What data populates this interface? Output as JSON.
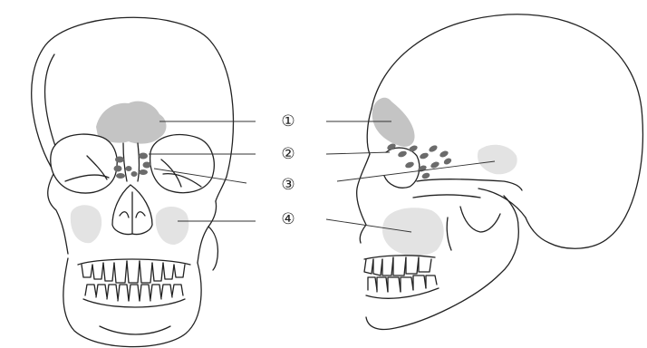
{
  "labels": [
    {
      "id": "1",
      "text": "①"
    },
    {
      "id": "2",
      "text": "②"
    },
    {
      "id": "3",
      "text": "③"
    },
    {
      "id": "4",
      "text": "④"
    }
  ]
}
